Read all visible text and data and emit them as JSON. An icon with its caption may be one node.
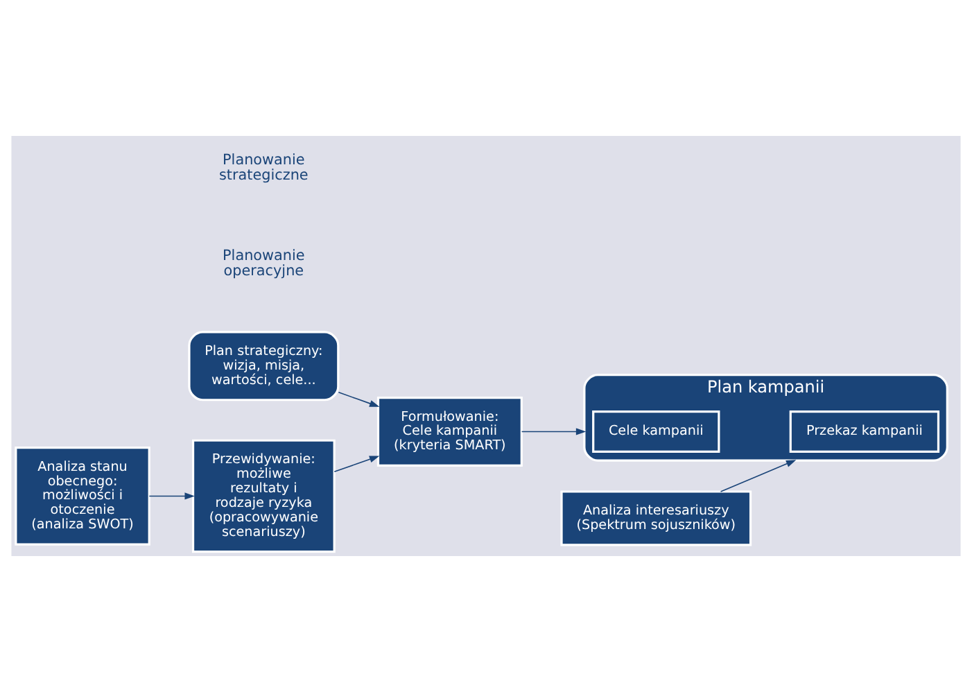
{
  "diagram": {
    "nodes": [
      {
        "text": [
          "Plan strategiczny: wizja, misja, wartości, cele..."
        ]
      },
      {
        "text": [
          "Analiza stanu obecnego: możliwości i otoczenie (analiza SWOT)"
        ]
      },
      {
        "text": [
          "Przewidywanie: możliwe rezultaty i rodzaje ryzyka (opracowywanie scenariuszy)"
        ]
      },
      {
        "text": [
          "Formułowanie: Cele kampanii (kryteria SMART)"
        ]
      },
      {
        "text": [
          "Analiza interesariuszy (Spektrum sojuszników)"
        ]
      },
      {
        "text": [
          "Plan kampanii"
        ]
      },
      {
        "text": [
          "Cele kampanii"
        ],
        "in": 5
      },
      {
        "text": [
          "Przekaz kampanii"
        ],
        "in": 5
      }
    ],
    "edges": [
      {
        "from": 0,
        "to": 3,
        "arrow": "to"
      },
      {
        "from": 1,
        "to": 2,
        "arrow": "to"
      },
      {
        "from": 2,
        "to": 3,
        "arrow": "to"
      },
      {
        "from": 3,
        "to": 5,
        "arrow": "to"
      },
      {
        "from": 4,
        "to": 5,
        "arrow": "to"
      }
    ],
    "labels": [
      "Planowanie strategiczne",
      "Planowanie operacyjne"
    ]
  }
}
